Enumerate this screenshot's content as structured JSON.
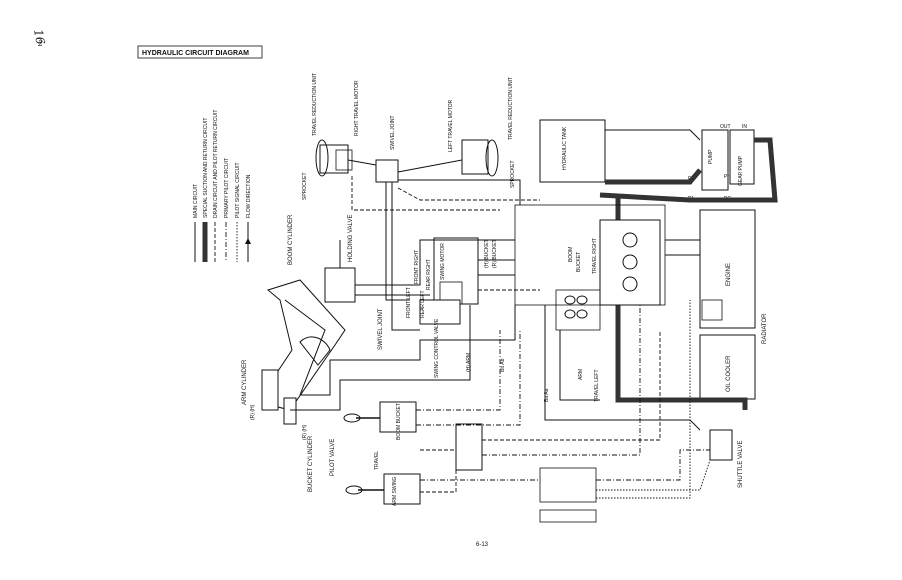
{
  "handwritten_note": "16",
  "handwritten_note2": "2",
  "title": "HYDRAULIC CIRCUIT DIAGRAM",
  "page_number": "6-13",
  "legend": [
    {
      "label": "MAIN CIRCUIT",
      "style": "solid"
    },
    {
      "label": "SPECIAL SUCTION AND RETURN CIRCUIT",
      "style": "heavy"
    },
    {
      "label": "DRAIN CIRCUIT AND PILOT RETURN CIRCUIT",
      "style": "dashed"
    },
    {
      "label": "PRIMARY PILOT CIRCUIT",
      "style": "dashdot"
    },
    {
      "label": "PILOT SIGNAL CIRCUIT",
      "style": "dotted"
    },
    {
      "label": "FLOW DIRECTION",
      "style": "arrow"
    }
  ],
  "components": {
    "travel_reduction_unit_right": "TRAVEL REDUCTION UNIT",
    "right_travel_motor": "RIGHT TRAVEL MOTOR",
    "swivel_joint_top": "SWIVEL JOINT",
    "left_travel_motor": "LEFT TRAVEL MOTOR",
    "travel_reduction_unit_left": "TRAVEL REDUCTION UNIT",
    "sprocket_right": "SPROCKET",
    "sprocket_left": "SPROCKET",
    "hydraulic_tank": "HYDRAULIC TANK",
    "pump": "PUMP",
    "gear_pump": "GEAR PUMP",
    "engine": "ENGINE",
    "radiator": "RADIATOR",
    "oil_cooler": "OIL COOLER",
    "shuttle_valve": "SHUTTLE VALVE",
    "boom_cylinder": "BOOM CYLINDER",
    "holding_valve": "HOLDING VALVE",
    "swivel_joint_mid": "SWIVEL JOINT",
    "swing_motor": "SWING MOTOR",
    "swing_control_valve": "SWING CONTROL VALVE",
    "arm_cylinder": "ARM CYLINDER",
    "bucket_cylinder": "BUCKET CYLINDER",
    "pilot_valve": "PILOT VALVE",
    "travel": "TRAVEL",
    "arm_swing": "ARM SWING",
    "boom_bucket": "BOOM BUCKET"
  },
  "port_labels": {
    "front_left": "FRONT LEFT",
    "front_right": "FRONT RIGHT",
    "rear_left": "REAR LEFT",
    "rear_right": "REAR RIGHT",
    "bucket_h": "(H) BUCKET",
    "bucket_r": "(R) BUCKET",
    "boom": "BOOM",
    "bucket": "BUCKET",
    "travel_right": "TRAVEL RIGHT",
    "arm_h": "(H) ARM",
    "arm": "ARM",
    "travel_left": "TRAVEL LEFT",
    "boom_ports": "Bb Ab",
    "arm_ports": "Ba Aa",
    "r_h": "(R) (H)",
    "pump_out": "OUT",
    "pump_in": "IN",
    "p1": "P1",
    "p2": "P2",
    "pg": "PG",
    "pr": "Pr"
  }
}
